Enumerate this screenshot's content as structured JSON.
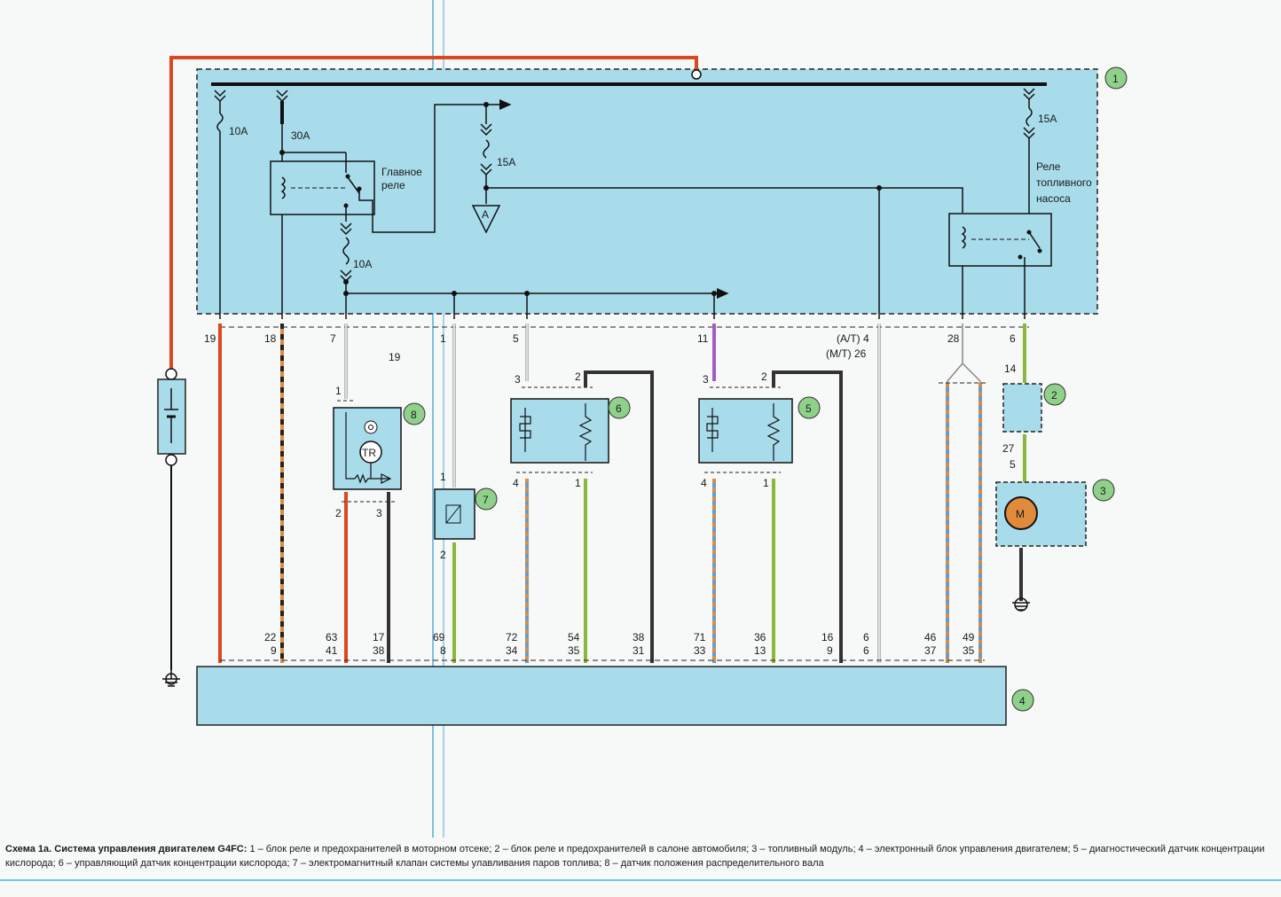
{
  "blocks": {
    "b1": {
      "num": "1"
    },
    "b2": {
      "num": "2"
    },
    "b3": {
      "num": "3"
    },
    "b4": {
      "num": "4"
    },
    "b5": {
      "num": "5"
    },
    "b6": {
      "num": "6"
    },
    "b7": {
      "num": "7"
    },
    "b8": {
      "num": "8"
    }
  },
  "fuses": {
    "f1": "10A",
    "f2": "30A",
    "f3": "15A",
    "f4": "10A",
    "f5": "15A"
  },
  "relays": {
    "main": [
      "Главное",
      "реле"
    ],
    "fuel": [
      "Реле",
      "топливного",
      "насоса"
    ]
  },
  "symbols": {
    "a": "A",
    "tr": "TR",
    "m": "M"
  },
  "pins_top": {
    "p19": "19",
    "p18": "18",
    "p7": "7",
    "p1": "1",
    "p5": "5",
    "p11": "11",
    "at": "(A/T) 4",
    "mt": "(M/T) 26",
    "p28": "28",
    "p6": "6"
  },
  "pins_mid": {
    "a19": "19",
    "s8_1": "1",
    "s8_2": "2",
    "s8_3": "3",
    "s7_1": "1",
    "s7_2": "2",
    "s6_3": "3",
    "s6_2": "2",
    "s6_4": "4",
    "s6_1": "1",
    "s5_3": "3",
    "s5_2": "2",
    "s5_4": "4",
    "s5_1": "1",
    "b2_14": "14",
    "b2_27": "27",
    "b3_5": "5"
  },
  "ecu_pins": [
    [
      "22",
      "9"
    ],
    [
      "63",
      "41"
    ],
    [
      "17",
      "38"
    ],
    [
      "69",
      "8"
    ],
    [
      "72",
      "34"
    ],
    [
      "54",
      "35"
    ],
    [
      "38",
      "31"
    ],
    [
      "71",
      "33"
    ],
    [
      "36",
      "13"
    ],
    [
      "16",
      "9"
    ],
    [
      "6",
      "6"
    ],
    [
      "46",
      "37"
    ],
    [
      "49",
      "35"
    ]
  ],
  "caption": {
    "title": "Схема 1а. Система управления двигателем G4FC:",
    "text": " 1 – блок реле и предохранителей в моторном отсеке; 2 – блок реле и предохранителей в салоне автомобиля; 3 – топливный модуль; 4 – электронный блок управления двигателем; 5 – диагностический датчик концентрации кислорода; 6 – управляющий датчик концентрации кислорода; 7 – электромагнитный клапан системы улавливания паров топлива; 8 – датчик положения распределительного вала"
  },
  "colors": {
    "box": "#a8dceb",
    "red": "#d9481f",
    "green": "#8ab83f",
    "blue": "#5b9fd6",
    "orange": "#e08a3c",
    "violet": "#a35dc0",
    "badge": "#8fd18a"
  }
}
